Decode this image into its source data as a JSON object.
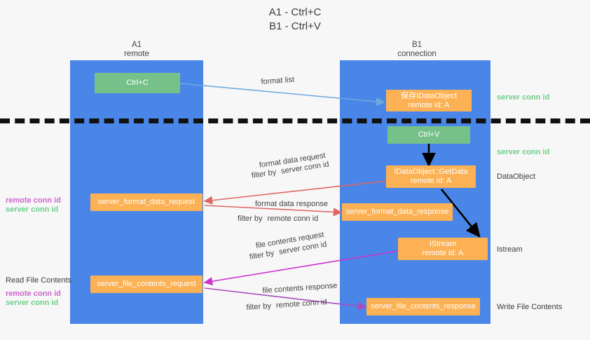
{
  "title": {
    "line1": "A1 - Ctrl+C",
    "line2": "B1 - Ctrl+V"
  },
  "lanes": [
    {
      "id": "a1",
      "name": "A1",
      "role": "remote"
    },
    {
      "id": "b1",
      "name": "B1",
      "role": "connection"
    }
  ],
  "nodes": {
    "ctrl_c": {
      "line1": "Ctrl+C",
      "line2": ""
    },
    "idataobject": {
      "line1": "保存IDataObject",
      "line2": "remote id: A"
    },
    "ctrl_v": {
      "line1": "Ctrl+V",
      "line2": ""
    },
    "getdata": {
      "line1": "IDataObject::GetData",
      "line2": "remote id: A"
    },
    "istream": {
      "line1": "IStream",
      "line2": "remote id: A"
    },
    "fmt_req": {
      "line1": "server_format_data_request",
      "line2": ""
    },
    "fmt_resp": {
      "line1": "server_format_data_response",
      "line2": ""
    },
    "file_req": {
      "line1": "server_file_contents_request",
      "line2": ""
    },
    "file_resp": {
      "line1": "server_file_contents_response",
      "line2": ""
    }
  },
  "edge_labels": {
    "format_list": "format list",
    "format_data_request": "format data request",
    "format_data_response": "format data response",
    "file_contents_request": "file contents request",
    "file_contents_response": "file contents response",
    "filter_by": "filter by",
    "server_conn_id": "server conn id",
    "remote_conn_id": "remote conn id"
  },
  "side_labels": {
    "server_conn_id_top": "server conn id",
    "server_conn_id_mid": "server conn id",
    "dataobject": "DataObject",
    "istream": "Istream",
    "write_file_contents": "Write File Contents",
    "read_file_contents": "Read File Contents",
    "remote_conn_id": "remote conn id",
    "server_conn_id": "server conn id"
  },
  "colors": {
    "lane": "#4a86e8",
    "green_node": "#76c18a",
    "orange_node": "#fbb154",
    "server_conn": "#6fcf8b",
    "remote_conn": "#cc66cc",
    "arrow_blue": "#6fa8dc",
    "arrow_red": "#e06666",
    "arrow_magenta": "#cc33cc",
    "arrow_purple": "#a64dbf",
    "arrow_black": "#000000",
    "divider": "#111111",
    "background": "#f7f7f7"
  }
}
